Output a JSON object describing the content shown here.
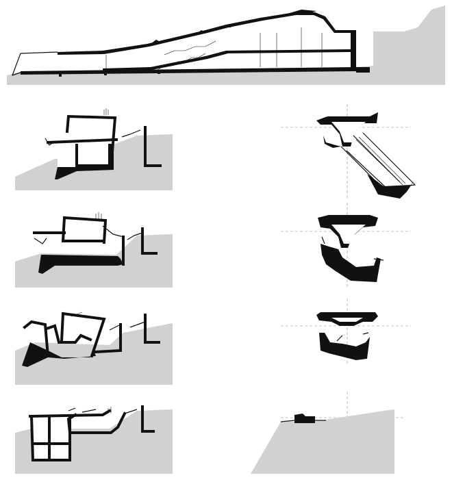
{
  "diagram": {
    "kind": "architectural-sections",
    "colors": {
      "ground": "#d1d1d1",
      "structure": "#111111",
      "background": "#ffffff",
      "axis": "#8a8a8a"
    },
    "panels": [
      {
        "id": "long-section"
      },
      {
        "id": "cross-section-1"
      },
      {
        "id": "cross-section-2"
      },
      {
        "id": "cross-section-3"
      },
      {
        "id": "cross-section-4"
      },
      {
        "id": "funnel-section-1"
      },
      {
        "id": "funnel-section-2"
      },
      {
        "id": "funnel-section-3"
      },
      {
        "id": "slope-section"
      }
    ]
  }
}
